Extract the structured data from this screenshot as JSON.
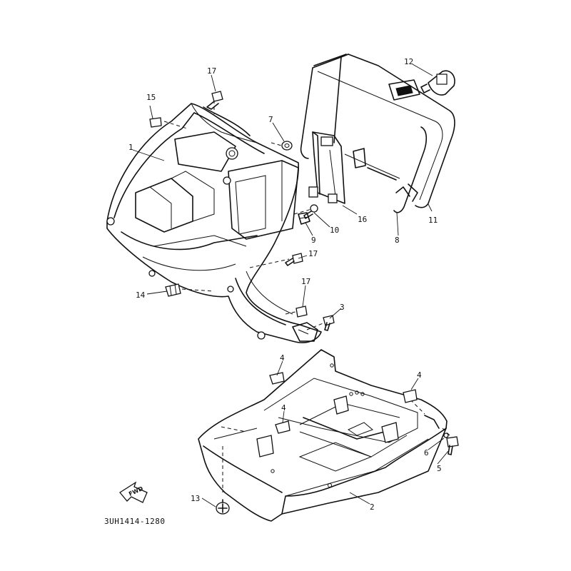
{
  "diagram_code": "3UH1414-1280",
  "fwd_label": "FWD",
  "callouts": {
    "c1": "1",
    "c2": "2",
    "c3": "3",
    "c4a": "4",
    "c4b": "4",
    "c4c": "4",
    "c5": "5",
    "c6": "6",
    "c7": "7",
    "c8": "8",
    "c9": "9",
    "c10": "10",
    "c11": "11",
    "c12": "12",
    "c13": "13",
    "c14": "14",
    "c15": "15",
    "c16": "16",
    "c17a": "17",
    "c17b": "17",
    "c17c": "17"
  }
}
